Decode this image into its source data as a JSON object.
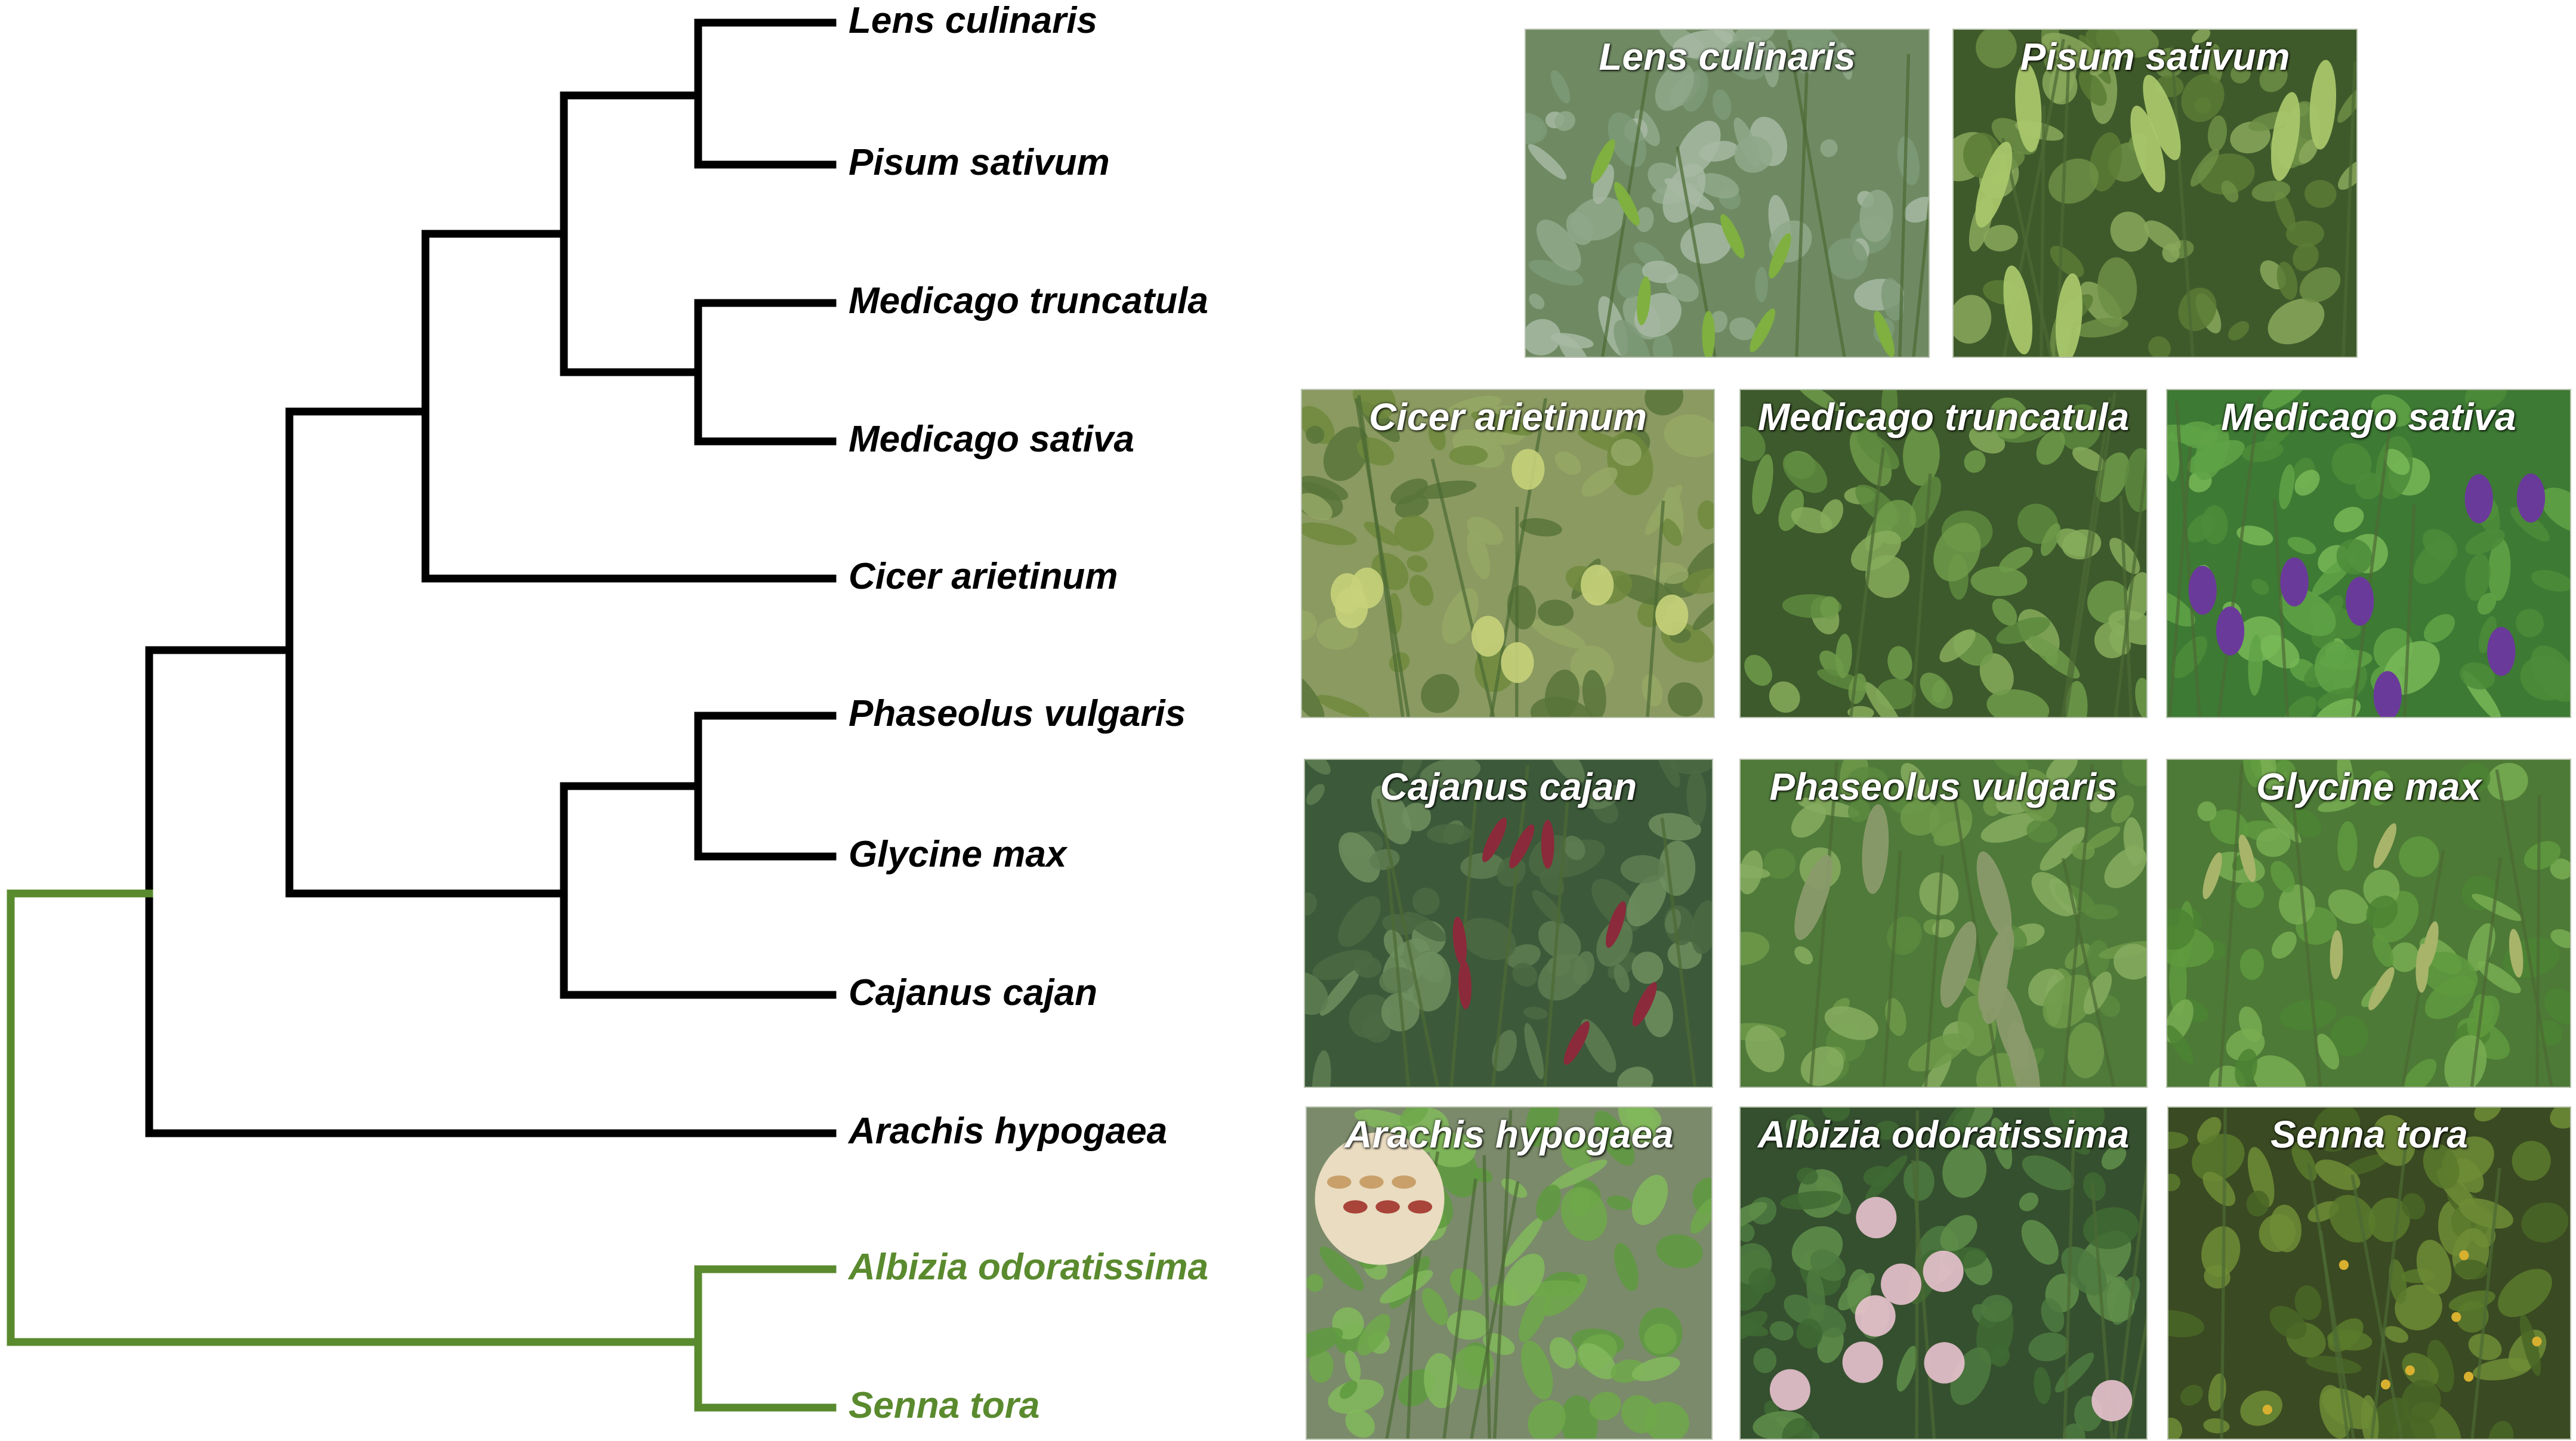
{
  "colors": {
    "main_clade": "#000000",
    "outgroup_clade": "#5a8a2e",
    "caption_text": "#ffffff"
  },
  "taxa": [
    {
      "name": "Lens culinaris",
      "clade": "main"
    },
    {
      "name": "Pisum sativum",
      "clade": "main"
    },
    {
      "name": "Medicago truncatula",
      "clade": "main"
    },
    {
      "name": "Medicago sativa",
      "clade": "main"
    },
    {
      "name": "Cicer arietinum",
      "clade": "main"
    },
    {
      "name": "Phaseolus vulgaris",
      "clade": "main"
    },
    {
      "name": "Glycine max",
      "clade": "main"
    },
    {
      "name": "Cajanus cajan",
      "clade": "main"
    },
    {
      "name": "Arachis hypogaea",
      "clade": "main"
    },
    {
      "name": "Albizia odoratissima",
      "clade": "outgroup"
    },
    {
      "name": "Senna tora",
      "clade": "outgroup"
    }
  ],
  "photos": [
    {
      "caption": "Lens culinaris",
      "theme": "pods-greygreen"
    },
    {
      "caption": "Pisum sativum",
      "theme": "pea-pods"
    },
    {
      "caption": "Cicer arietinum",
      "theme": "chickpea-pods"
    },
    {
      "caption": "Medicago truncatula",
      "theme": "clover-carpet"
    },
    {
      "caption": "Medicago sativa",
      "theme": "purple-flowers"
    },
    {
      "caption": "Cajanus cajan",
      "theme": "pigeonpea-pods"
    },
    {
      "caption": "Phaseolus vulgaris",
      "theme": "bean-pods"
    },
    {
      "caption": "Glycine max",
      "theme": "soybean-pods"
    },
    {
      "caption": "Arachis hypogaea",
      "theme": "peanut-plant"
    },
    {
      "caption": "Albizia odoratissima",
      "theme": "pink-pom-flowers"
    },
    {
      "caption": "Senna tora",
      "theme": "dark-green-leaves"
    }
  ]
}
